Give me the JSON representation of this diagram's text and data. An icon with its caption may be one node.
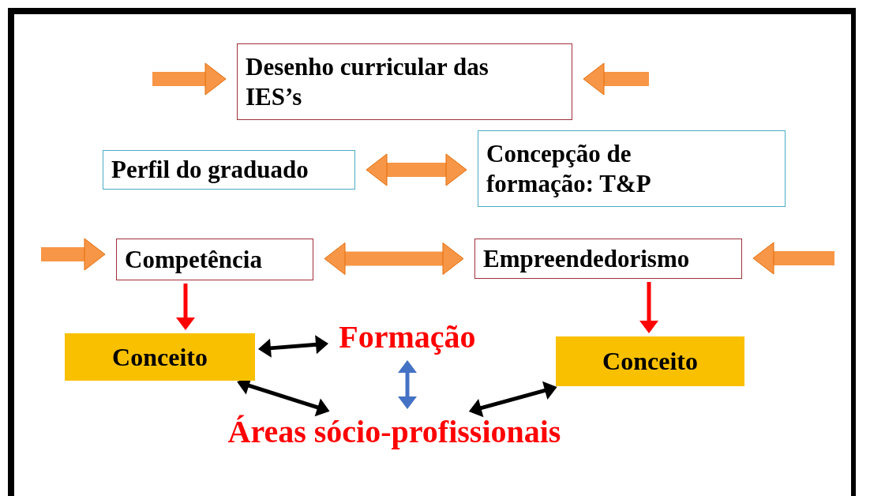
{
  "diagram": {
    "nodes": [
      {
        "text": [
          "Desenho curricular das IES’s"
        ]
      },
      {
        "text": [
          "Perfil do graduado"
        ]
      },
      {
        "text": [
          "Concepção de formação: T&P"
        ]
      },
      {
        "text": [
          "Competência"
        ]
      },
      {
        "text": [
          "Empreendedorismo"
        ]
      },
      {
        "text": [
          "Conceito"
        ]
      },
      {
        "text": [
          "Formação"
        ]
      },
      {
        "text": [
          "Conceito"
        ]
      },
      {
        "text": [
          "Áreas sócio-profissionais"
        ]
      }
    ],
    "edges": [
      {
        "from": null,
        "to": 0,
        "arrow": "to",
        "style": "thick"
      },
      {
        "from": null,
        "to": 0,
        "arrow": "to",
        "style": "thick"
      },
      {
        "from": 1,
        "to": 2,
        "arrow": "both",
        "style": "thick"
      },
      {
        "from": null,
        "to": 3,
        "arrow": "to",
        "style": "thick"
      },
      {
        "from": 3,
        "to": 4,
        "arrow": "both",
        "style": "thick"
      },
      {
        "from": null,
        "to": 4,
        "arrow": "to",
        "style": "thick"
      },
      {
        "from": 3,
        "to": 5,
        "arrow": "to",
        "color": "#ff0000"
      },
      {
        "from": 4,
        "to": 7,
        "arrow": "to",
        "color": "#ff0000"
      },
      {
        "from": 5,
        "to": 6,
        "arrow": "both",
        "color": "#000000"
      },
      {
        "from": 5,
        "to": 8,
        "arrow": "both",
        "color": "#000000"
      },
      {
        "from": 6,
        "to": 8,
        "arrow": "both",
        "color": "#4472c4"
      },
      {
        "from": 7,
        "to": 8,
        "arrow": "both",
        "color": "#000000"
      }
    ]
  }
}
